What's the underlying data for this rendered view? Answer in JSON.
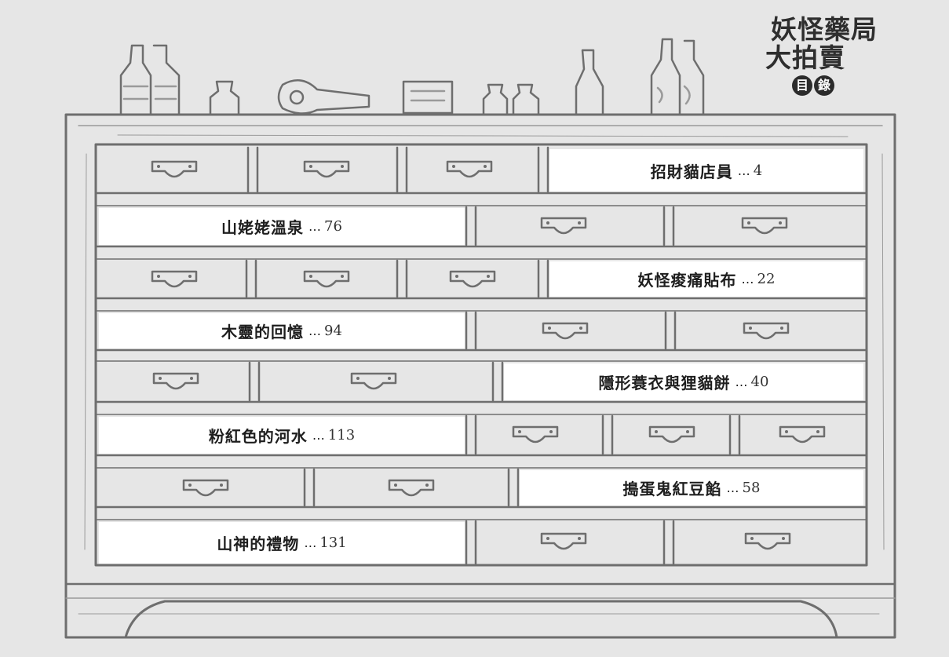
{
  "title": {
    "line1": "妖怪藥局",
    "line2": "大拍賣",
    "toc_chars": [
      "目",
      "錄"
    ]
  },
  "chapters": [
    {
      "title": "招財貓店員",
      "separator": "…",
      "page": "4"
    },
    {
      "title": "山姥姥溫泉",
      "separator": "…",
      "page": "76"
    },
    {
      "title": "妖怪痠痛貼布",
      "separator": "…",
      "page": "22"
    },
    {
      "title": "木靈的回憶",
      "separator": "…",
      "page": "94"
    },
    {
      "title": "隱形蓑衣與狸貓餅",
      "separator": "…",
      "page": "40"
    },
    {
      "title": "粉紅色的河水",
      "separator": "…",
      "page": "113"
    },
    {
      "title": "搗蛋鬼紅豆餡",
      "separator": "…",
      "page": "58"
    },
    {
      "title": "山神的禮物",
      "separator": "…",
      "page": "131"
    }
  ],
  "colors": {
    "background": "#e6e6e6",
    "ink": "#6e6e6e",
    "label": "#ffffff"
  }
}
